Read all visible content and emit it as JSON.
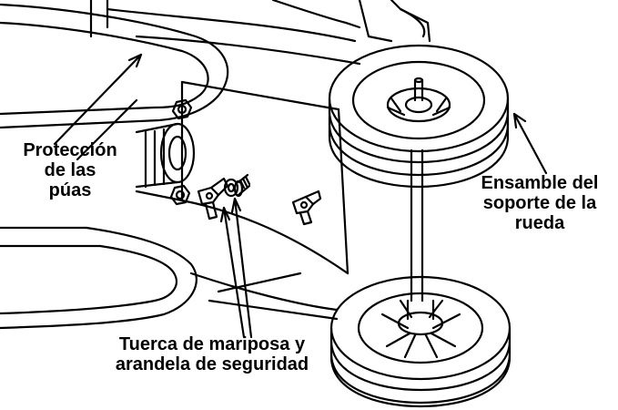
{
  "labels": {
    "tine_guard": [
      "Protección",
      "de las",
      "púas"
    ],
    "wheel_assembly": [
      "Ensamble del",
      "soporte de la",
      "rueda"
    ],
    "wing_nut": [
      "Tuerca de mariposa y",
      "arandela de seguridad"
    ]
  },
  "colors": {
    "ink": "#000000",
    "paper": "#ffffff"
  }
}
